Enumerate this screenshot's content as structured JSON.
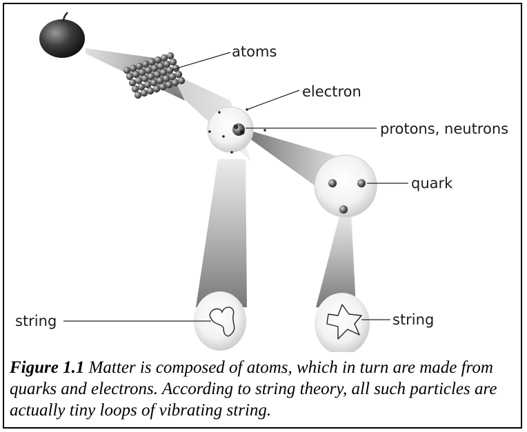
{
  "labels": {
    "atoms": "atoms",
    "electron": "electron",
    "protons_neutrons": "protons, neutrons",
    "quark": "quark",
    "string_left": "string",
    "string_right": "string"
  },
  "caption": {
    "figure_number": "Figure 1.1",
    "text": "Matter is composed of atoms, which in turn are made from quarks and electrons. According to string theory, all such particles are actually tiny loops of vibrating string."
  }
}
